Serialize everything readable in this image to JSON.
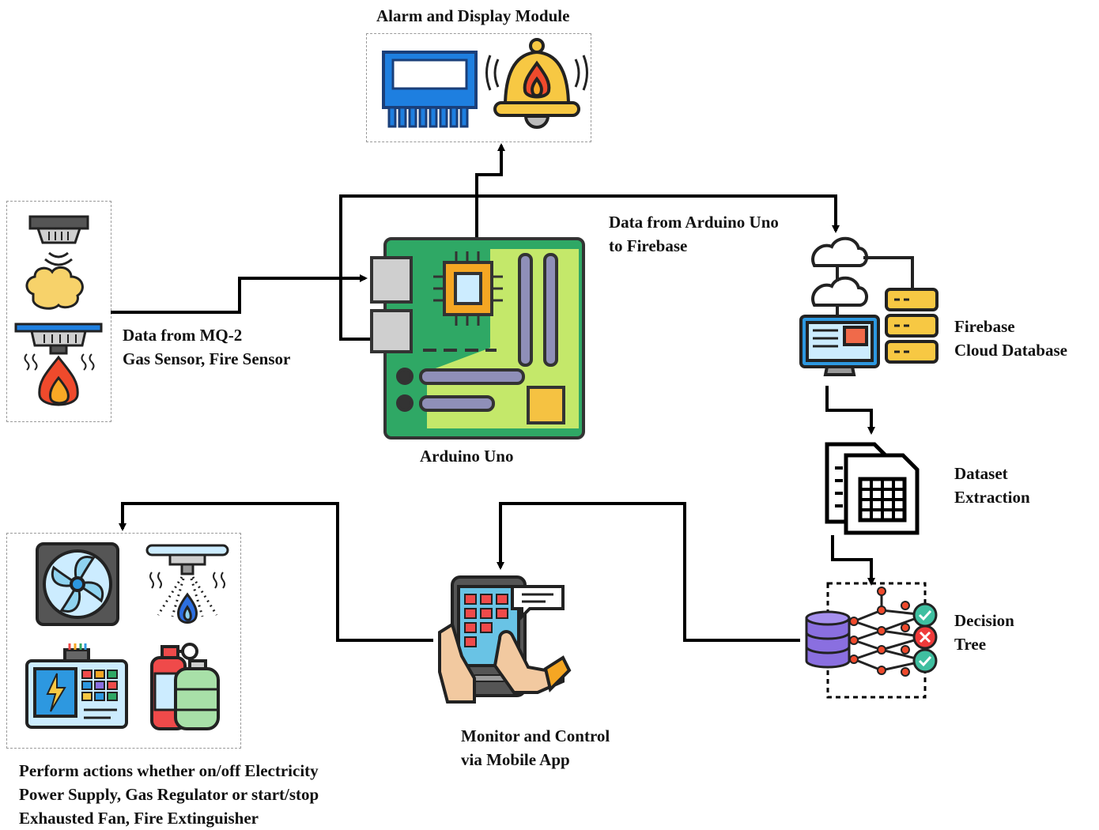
{
  "labels": {
    "alarm_module": "Alarm and Display Module",
    "arduino_to_firebase_1": "Data from Arduino Uno",
    "arduino_to_firebase_2": "to Firebase",
    "sensor_data_1": "Data from MQ-2",
    "sensor_data_2": "Gas Sensor, Fire Sensor",
    "arduino": "Arduino Uno",
    "firebase_1": "Firebase",
    "firebase_2": "Cloud Database",
    "dataset_1": "Dataset",
    "dataset_2": "Extraction",
    "decision_1": "Decision",
    "decision_2": "Tree",
    "mobile_1": "Monitor and Control",
    "mobile_2": "via Mobile App",
    "actions_1": "Perform actions whether on/off Electricity",
    "actions_2": "Power Supply, Gas Regulator or start/stop",
    "actions_3": "Exhausted Fan, Fire Extinguisher"
  },
  "icons": {
    "lcd": "lcd-display-icon",
    "bell": "fire-alarm-bell-icon",
    "smoke_detector": "smoke-detector-icon",
    "fire_sensor": "fire-sensor-icon",
    "board": "arduino-board-icon",
    "cloud_db": "cloud-database-icon",
    "dataset": "dataset-document-icon",
    "decision_tree": "decision-tree-icon",
    "mobile": "mobile-app-icon",
    "fan": "exhaust-fan-icon",
    "sprinkler": "fire-sprinkler-icon",
    "power": "power-panel-icon",
    "gas": "gas-cylinder-icon"
  },
  "colors": {
    "board_green": "#2fa865",
    "board_light": "#c4e86a",
    "lcd_blue": "#1e7fe0",
    "bell_yellow": "#f7c843",
    "flame_red": "#ef4a2c",
    "db_purple": "#8a6fe0",
    "accent_cyan": "#69c3e5"
  }
}
